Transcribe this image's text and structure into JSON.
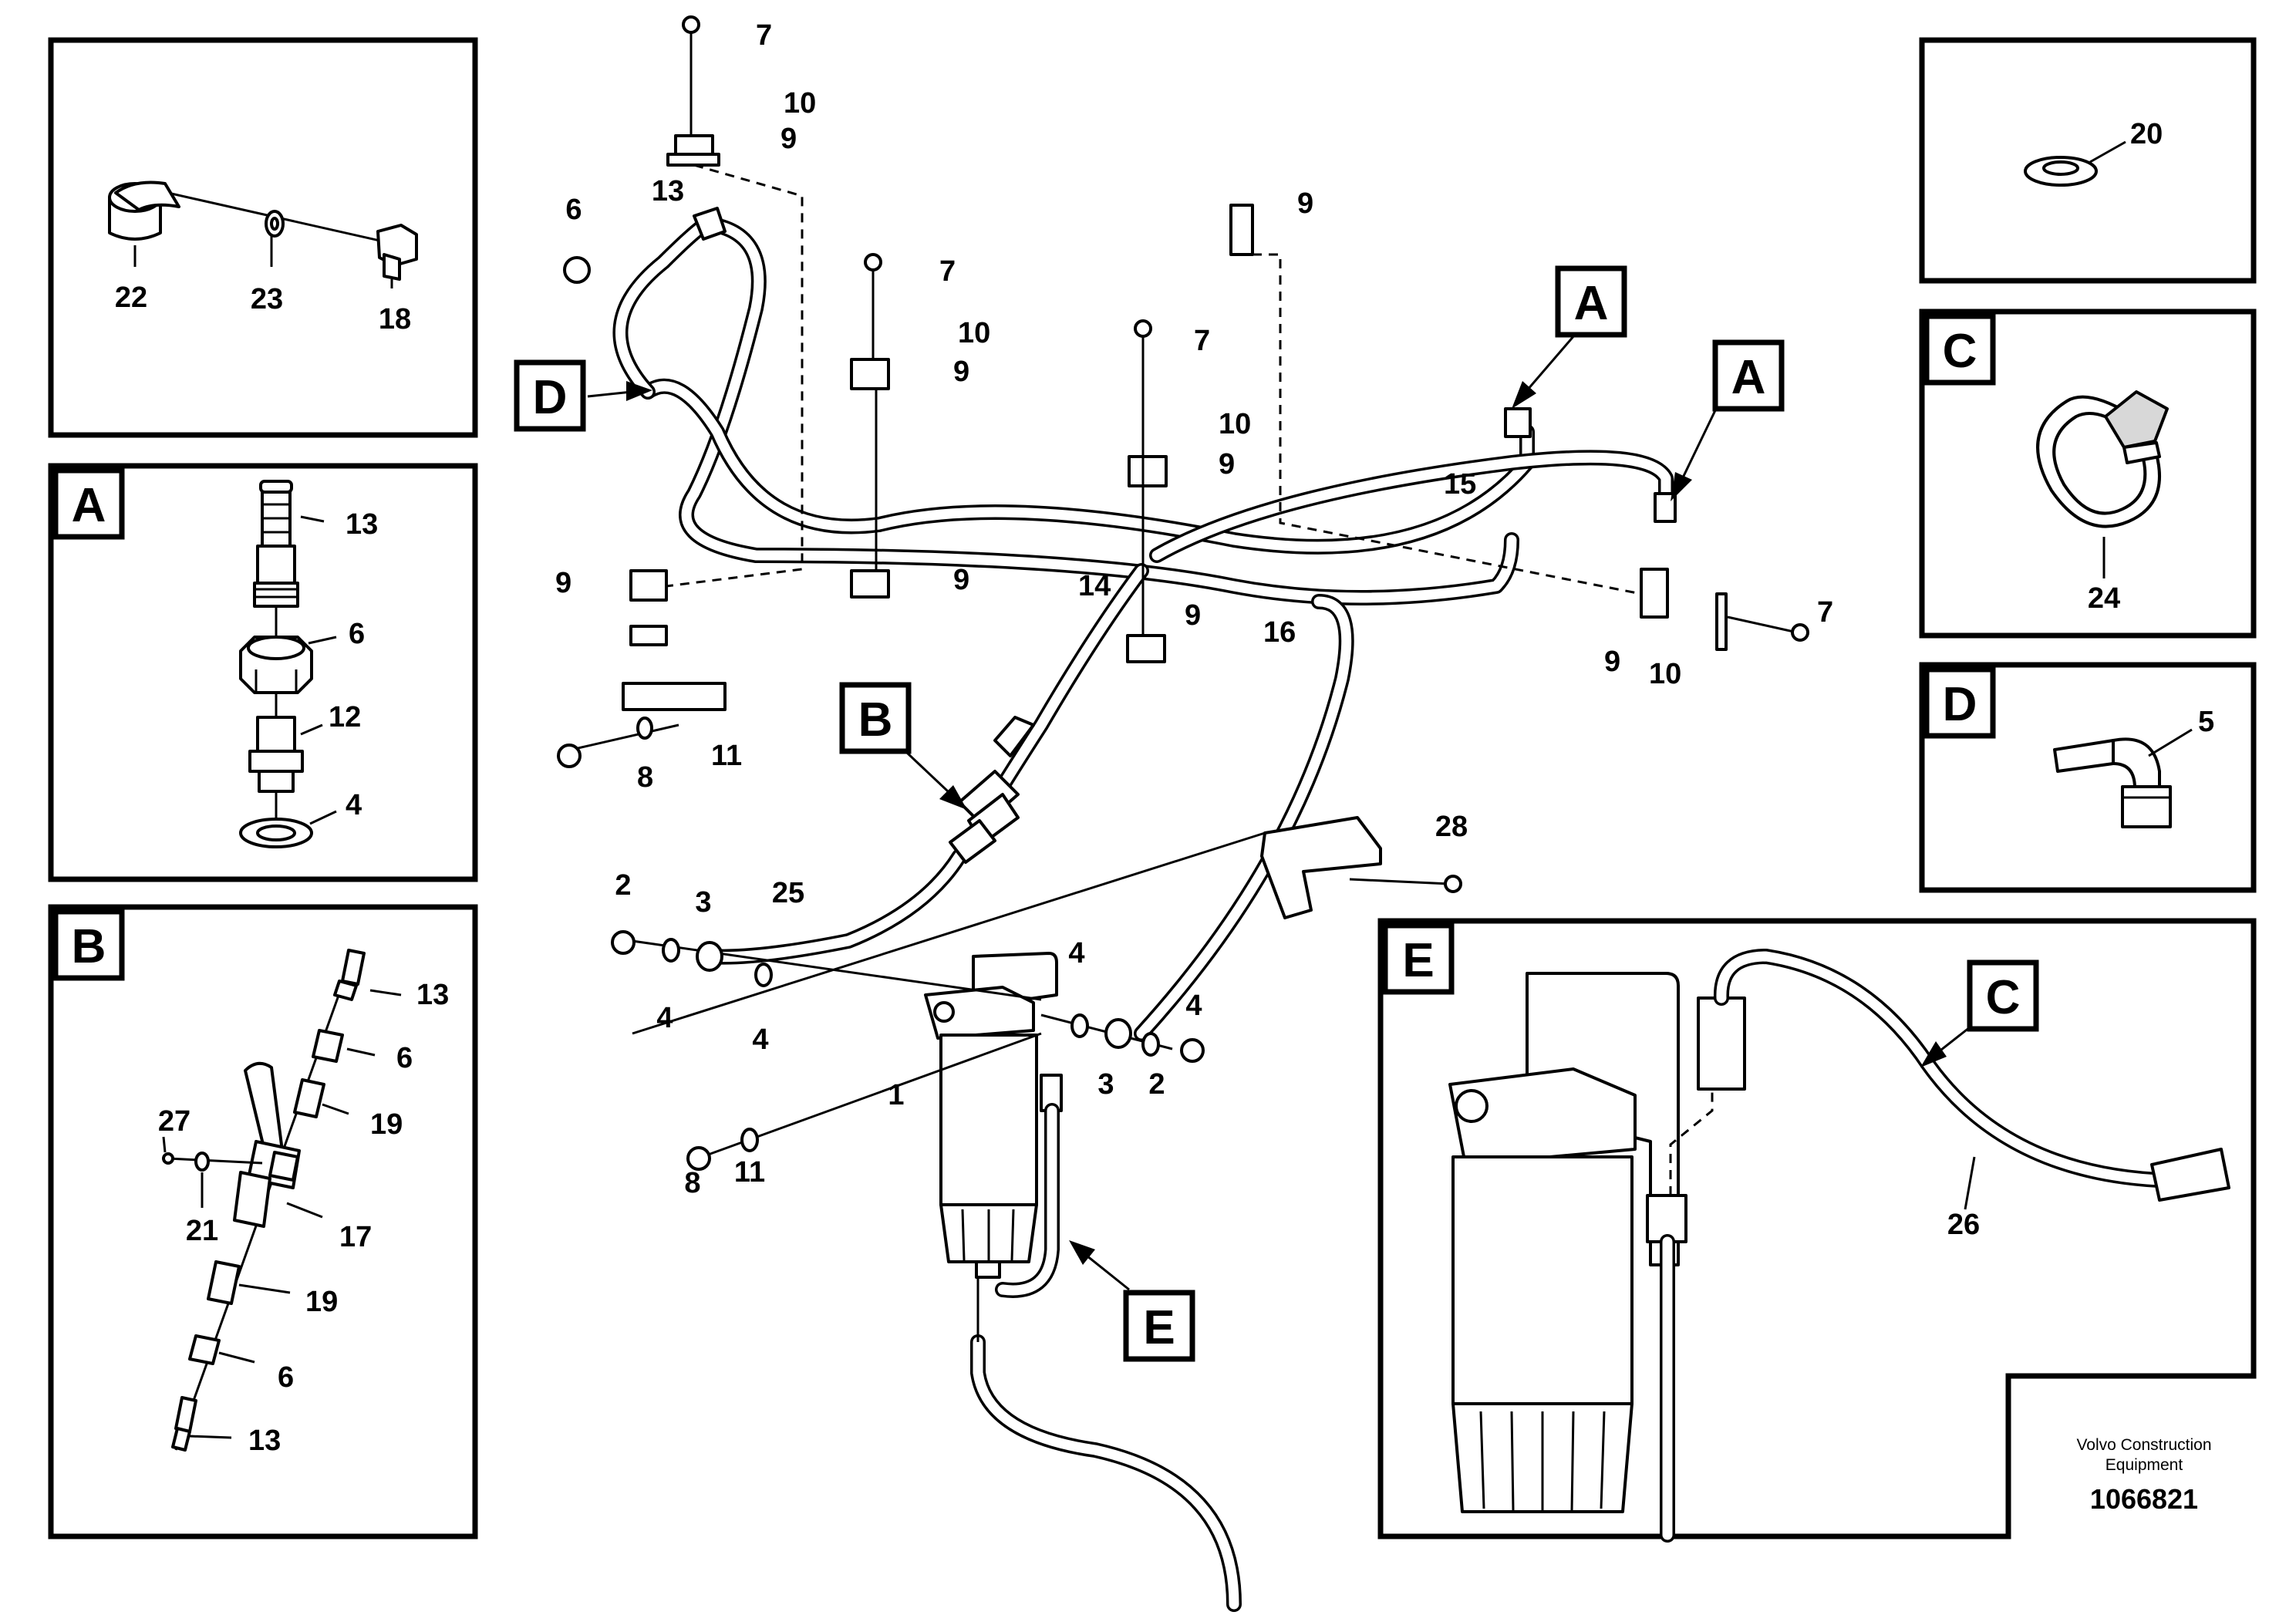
{
  "section_letters": [
    "A",
    "B",
    "C",
    "D",
    "E"
  ],
  "part_numbers": [
    "1",
    "2",
    "3",
    "4",
    "5",
    "6",
    "7",
    "8",
    "9",
    "10",
    "11",
    "12",
    "13",
    "14",
    "15",
    "16",
    "17",
    "18",
    "19",
    "20",
    "21",
    "22",
    "23",
    "24",
    "25",
    "26",
    "27",
    "28"
  ],
  "credit": {
    "line1": "Volvo Construction",
    "line2": "Equipment"
  },
  "document_number": "1066821"
}
